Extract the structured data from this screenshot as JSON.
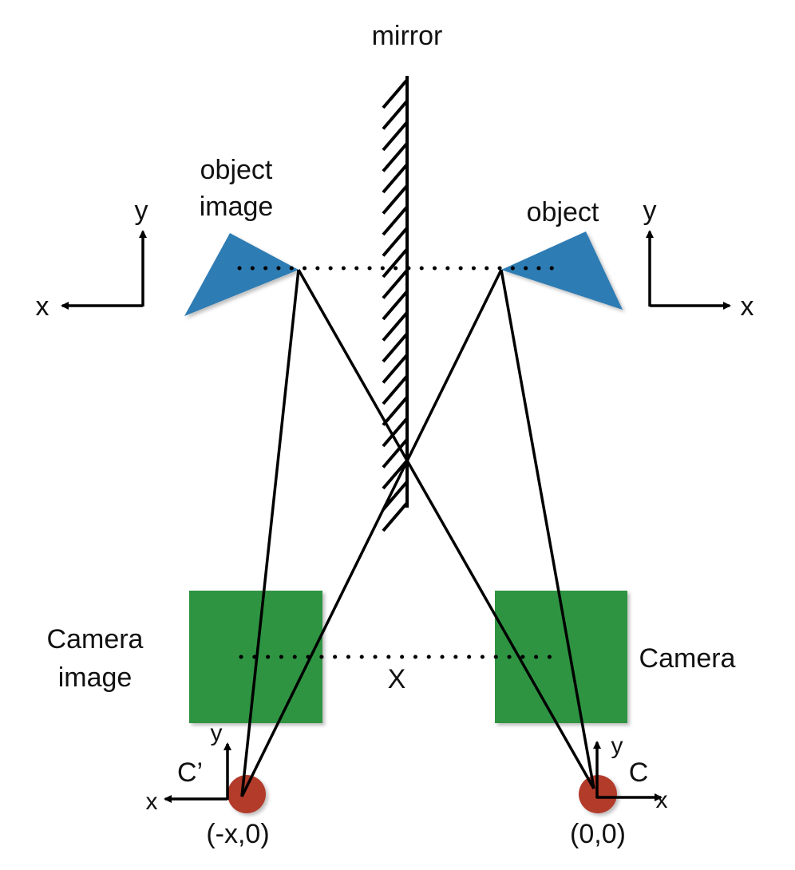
{
  "labels": {
    "mirror": "mirror",
    "object_image_line1": "object",
    "object_image_line2": "image",
    "object": "object",
    "camera_image_line1": "Camera",
    "camera_image_line2": "image",
    "camera": "Camera",
    "distance": "X",
    "left_axes_x": "x",
    "left_axes_y": "y",
    "right_axes_x": "x",
    "right_axes_y": "y",
    "left_camera_axes_x": "x",
    "left_camera_axes_y": "y",
    "right_camera_axes_x": "x",
    "right_camera_axes_y": "y",
    "left_camera_center": "C’",
    "right_camera_center": "C",
    "left_camera_coord": "(-x,0)",
    "right_camera_coord": "(0,0)"
  },
  "colors": {
    "object": "#2e7bb4",
    "camera": "#2e9443",
    "camera_center": "#b23a2c",
    "line": "#000000"
  },
  "icons": {
    "mirror": "hatched-mirror",
    "object": "triangle",
    "camera": "square",
    "camera_center": "circle"
  }
}
